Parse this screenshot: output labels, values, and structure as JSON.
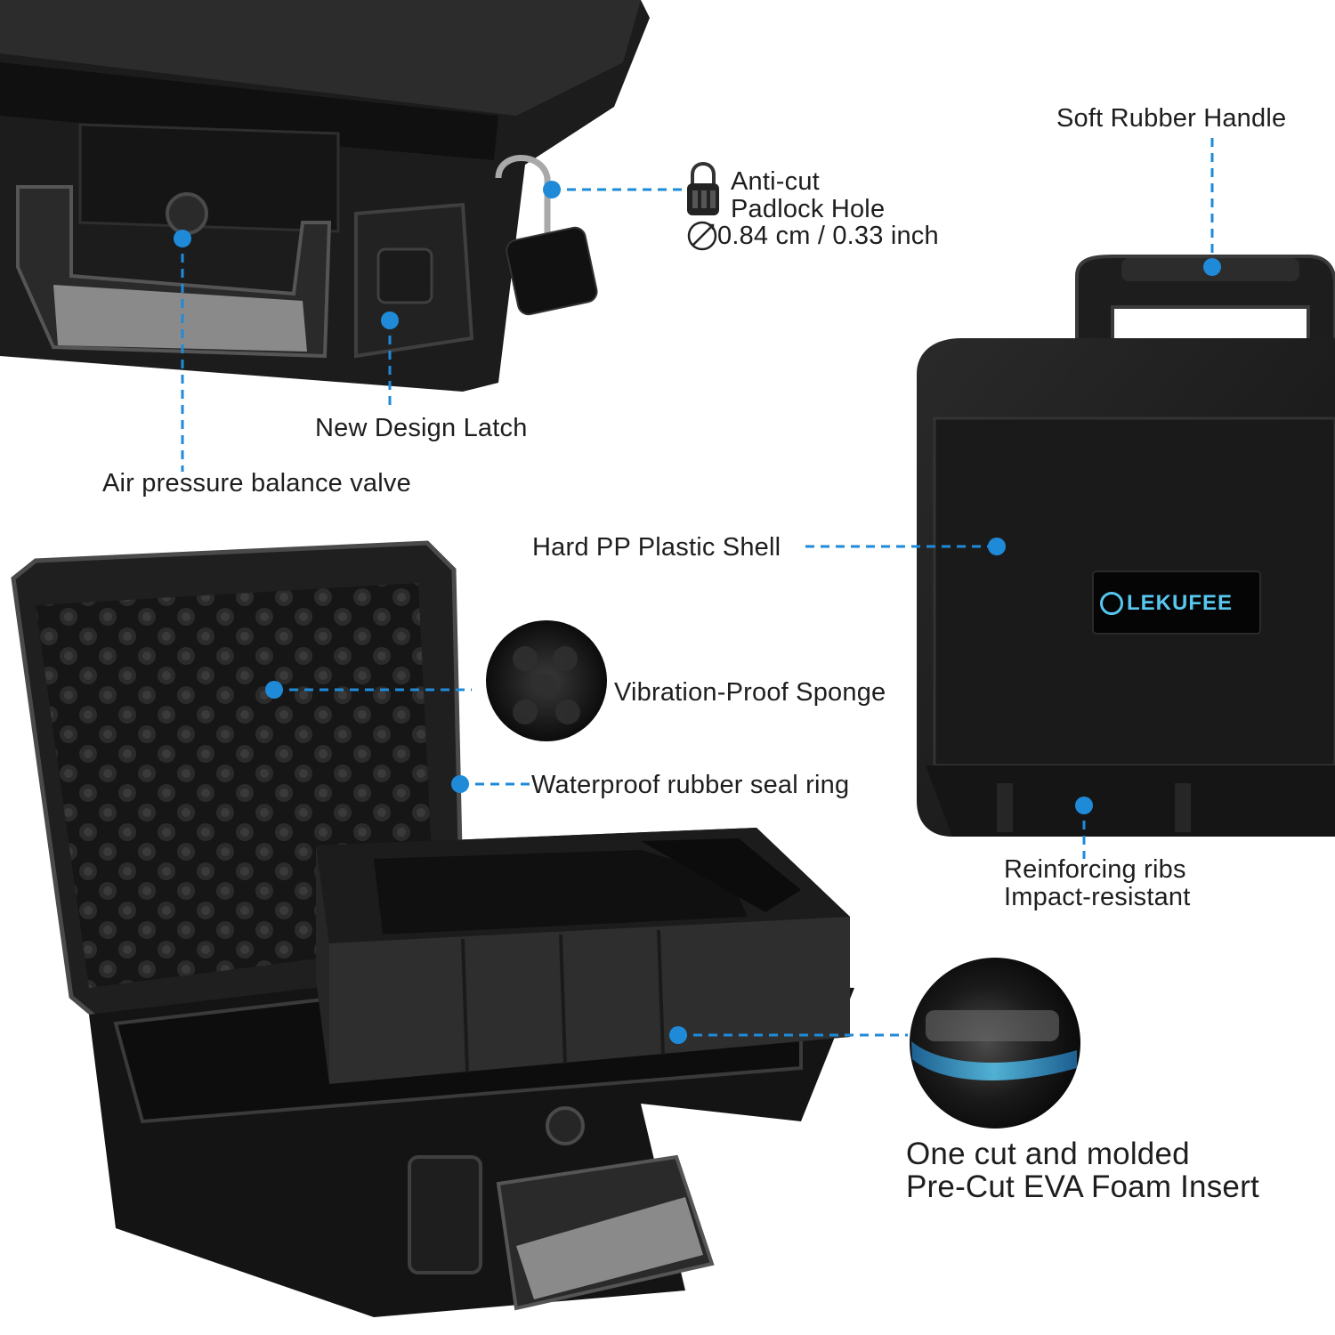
{
  "brand": {
    "logo_text": "LEKUFEE"
  },
  "callouts": {
    "padlock": {
      "line1": "Anti-cut",
      "line2": "Padlock Hole",
      "size": "0.84 cm / 0.33 inch"
    },
    "latch": "New Design Latch",
    "valve": "Air pressure balance valve",
    "handle": "Soft Rubber Handle",
    "shell": "Hard PP Plastic Shell",
    "sponge": "Vibration-Proof Sponge",
    "seal": "Waterproof rubber seal ring",
    "ribs": {
      "line1": "Reinforcing ribs",
      "line2": "Impact-resistant"
    },
    "foam": {
      "line1": "One cut and molded",
      "line2": "Pre-Cut EVA Foam Insert"
    }
  },
  "colors": {
    "accent": "#1f8ad8",
    "case_body": "#1b1b1b",
    "case_edge": "#3a3a3a",
    "handle_grip": "#8a8a8a",
    "logo_blue": "#57c7f0"
  },
  "icons": [
    "padlock-icon",
    "diameter-icon"
  ]
}
